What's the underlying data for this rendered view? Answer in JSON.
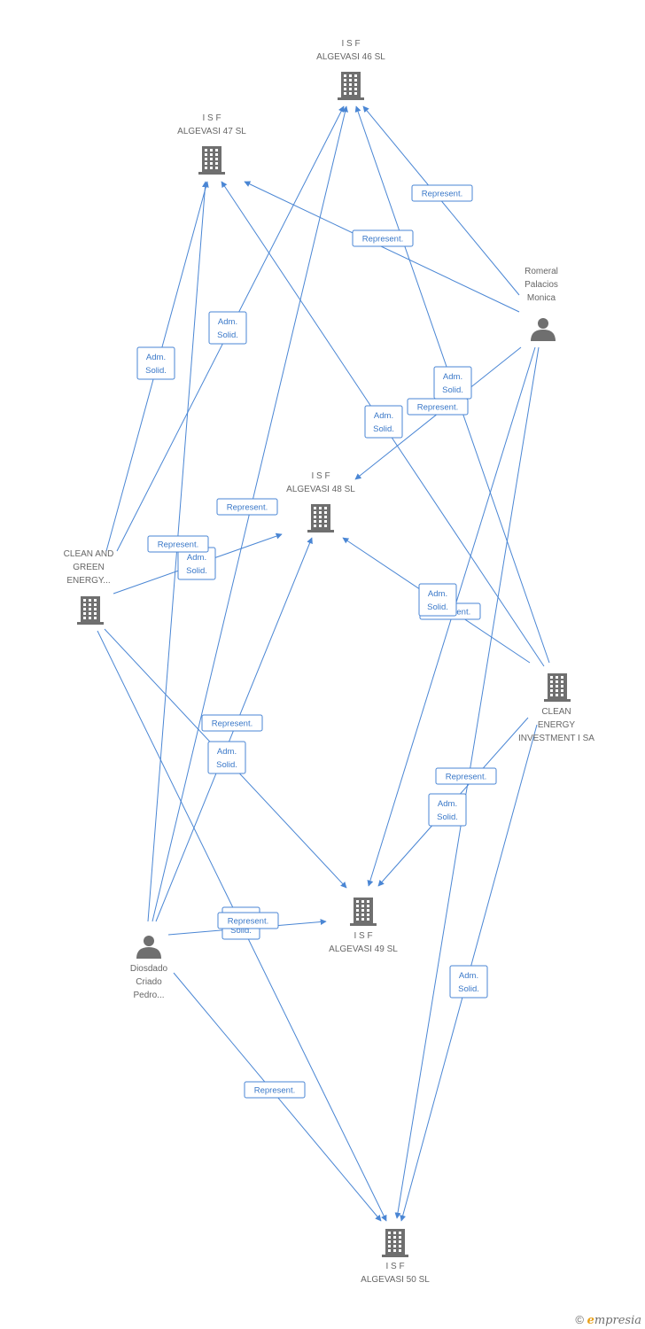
{
  "nodes": {
    "isf46": {
      "type": "company",
      "lines": [
        "I S F",
        "ALGEVASI 46 SL"
      ]
    },
    "isf47": {
      "type": "company",
      "lines": [
        "I S F",
        "ALGEVASI 47 SL"
      ]
    },
    "isf48": {
      "type": "company",
      "lines": [
        "I S F",
        "ALGEVASI 48 SL"
      ]
    },
    "isf49": {
      "type": "company",
      "lines": [
        "I S F",
        "ALGEVASI 49 SL"
      ]
    },
    "isf50": {
      "type": "company",
      "lines": [
        "I S F",
        "ALGEVASI 50 SL"
      ]
    },
    "cleangreen": {
      "type": "company",
      "lines": [
        "CLEAN AND",
        "GREEN",
        "ENERGY..."
      ]
    },
    "cleanenergy": {
      "type": "company",
      "lines": [
        "CLEAN",
        "ENERGY",
        "INVESTMENT I SA"
      ]
    },
    "romeral": {
      "type": "person",
      "lines": [
        "Romeral",
        "Palacios",
        "Monica"
      ]
    },
    "diosdado": {
      "type": "person",
      "lines": [
        "Diosdado",
        "Criado",
        "Pedro..."
      ]
    }
  },
  "edge_labels": {
    "represent": [
      "Represent."
    ],
    "adm_solid": [
      "Adm.",
      "Solid."
    ]
  },
  "edges": [
    {
      "from": "romeral",
      "to": "isf46",
      "label": "represent"
    },
    {
      "from": "romeral",
      "to": "isf47",
      "label": "represent"
    },
    {
      "from": "romeral",
      "to": "isf48",
      "label": "represent"
    },
    {
      "from": "romeral",
      "to": "isf49",
      "label": "represent"
    },
    {
      "from": "romeral",
      "to": "isf50",
      "label": "represent"
    },
    {
      "from": "cleangreen",
      "to": "isf46",
      "label": "adm_solid"
    },
    {
      "from": "cleangreen",
      "to": "isf47",
      "label": "adm_solid"
    },
    {
      "from": "cleangreen",
      "to": "isf48",
      "label": "adm_solid"
    },
    {
      "from": "cleangreen",
      "to": "isf49",
      "label": "adm_solid"
    },
    {
      "from": "cleangreen",
      "to": "isf50",
      "label": "adm_solid"
    },
    {
      "from": "cleanenergy",
      "to": "isf46",
      "label": "adm_solid"
    },
    {
      "from": "cleanenergy",
      "to": "isf47",
      "label": "adm_solid"
    },
    {
      "from": "cleanenergy",
      "to": "isf48",
      "label": "adm_solid"
    },
    {
      "from": "cleanenergy",
      "to": "isf49",
      "label": "adm_solid"
    },
    {
      "from": "cleanenergy",
      "to": "isf50",
      "label": "adm_solid"
    },
    {
      "from": "diosdado",
      "to": "isf46",
      "label": "represent"
    },
    {
      "from": "diosdado",
      "to": "isf47",
      "label": "represent"
    },
    {
      "from": "diosdado",
      "to": "isf48",
      "label": "represent"
    },
    {
      "from": "diosdado",
      "to": "isf49",
      "label": "represent"
    },
    {
      "from": "diosdado",
      "to": "isf50",
      "label": "represent"
    }
  ],
  "footer": {
    "copyright": "©",
    "brand_initial": "e",
    "brand_rest": "mpresia"
  },
  "colors": {
    "edge": "#4a86d4",
    "icon": "#6f6f6f",
    "label": "#666666"
  }
}
